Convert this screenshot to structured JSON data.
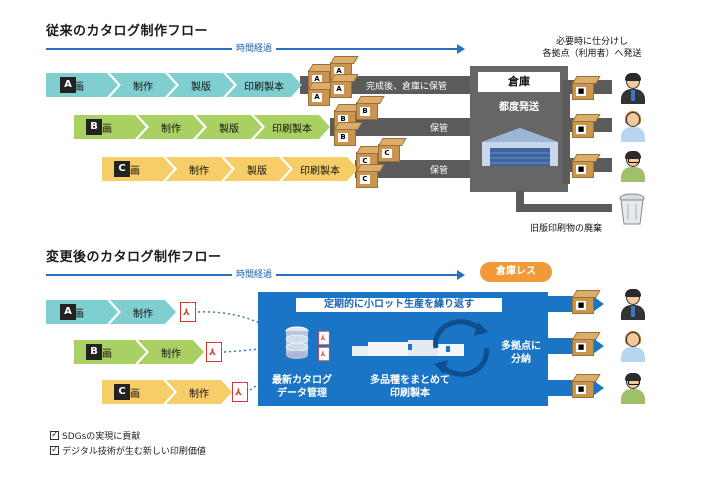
{
  "old_flow": {
    "title": "従来のカタログ制作フロー",
    "timeline_label": "時間経過",
    "rows": [
      {
        "letter": "A",
        "steps": [
          "企画",
          "制作",
          "製版",
          "印刷製本"
        ],
        "note": "完成後、倉庫に保管"
      },
      {
        "letter": "B",
        "steps": [
          "企画",
          "制作",
          "製版",
          "印刷製本"
        ],
        "note": "保管"
      },
      {
        "letter": "C",
        "steps": [
          "企画",
          "制作",
          "製版",
          "印刷製本"
        ],
        "note": "保管"
      }
    ],
    "warehouse": {
      "title": "倉庫",
      "subtitle": "都度発送"
    },
    "dispatch_note_line1": "必要時に仕分けし",
    "dispatch_note_line2": "各拠点（利用者）へ発送",
    "disposal_note": "旧版印刷物の廃棄"
  },
  "new_flow": {
    "title": "変更後のカタログ制作フロー",
    "timeline_label": "時間経過",
    "badge": "倉庫レス",
    "rows": [
      {
        "letter": "A",
        "steps": [
          "企画",
          "制作"
        ]
      },
      {
        "letter": "B",
        "steps": [
          "企画",
          "制作"
        ]
      },
      {
        "letter": "C",
        "steps": [
          "企画",
          "制作"
        ]
      }
    ],
    "banner": "定期的に小ロット生産を繰り返す",
    "db_label_line1": "最新カタログ",
    "db_label_line2": "データ管理",
    "print_label_line1": "多品種をまとめて",
    "print_label_line2": "印刷製本",
    "distribute_line1": "多拠点に",
    "distribute_line2": "分納"
  },
  "checklist": [
    "SDGsの実現に貢献",
    "デジタル技術が生む新しい印刷価値"
  ],
  "colors": {
    "row_a": "#7fcfd0",
    "row_b": "#a9d063",
    "row_c": "#f6cd67",
    "accent_blue": "#1b75c6",
    "badge_orange": "#f19a3a"
  }
}
